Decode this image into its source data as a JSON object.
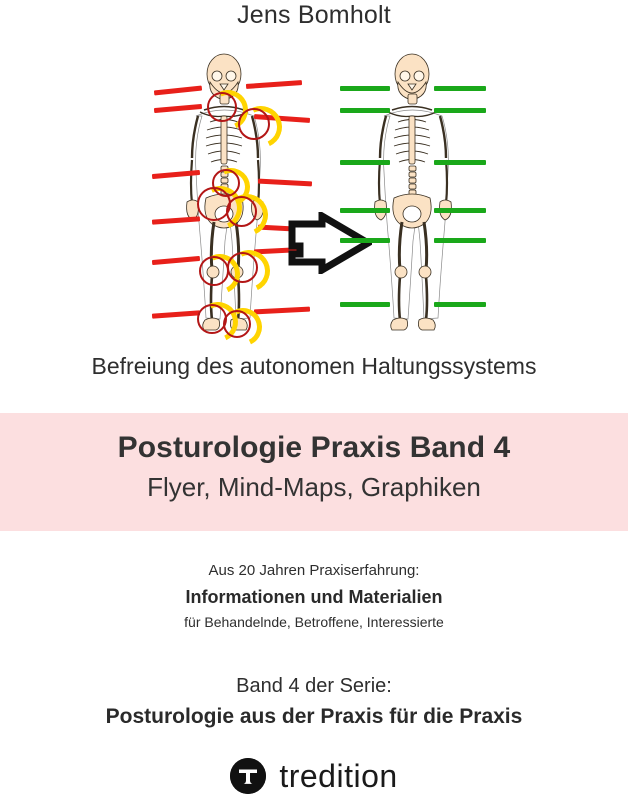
{
  "cover": {
    "author": "Jens Bomholt",
    "subtitle_line": "Befreiung des autonomen Haltungssystems",
    "title_main": "Posturologie Praxis Band 4",
    "title_sub": "Flyer, Mind-Maps, Graphiken",
    "mid_line_1": "Aus 20 Jahren Praxiserfahrung:",
    "mid_line_2": "Informationen und Materialien",
    "mid_line_3": "für Behandelnde, Betroffene, Interessierte",
    "series_line_1": "Band 4 der Serie:",
    "series_line_2": "Posturologie aus der Praxis für die Praxis",
    "publisher_name": "tredition"
  },
  "illustration": {
    "left_figure_label": "skeleton-misaligned",
    "right_figure_label": "skeleton-aligned",
    "arrow_label": "transformation-arrow",
    "left_marker_color": "#e8201a",
    "right_marker_color": "#1aa81a",
    "highlight_arc_color": "#ffd400",
    "highlight_circle_color": "#b31616",
    "bone_fill_color": "#fbe2c4",
    "bone_outline_color": "#3a3022"
  },
  "colors": {
    "background": "#ffffff",
    "title_band": "#fcdfe0",
    "text": "#2e2e2e",
    "publisher_mark": "#111111"
  }
}
